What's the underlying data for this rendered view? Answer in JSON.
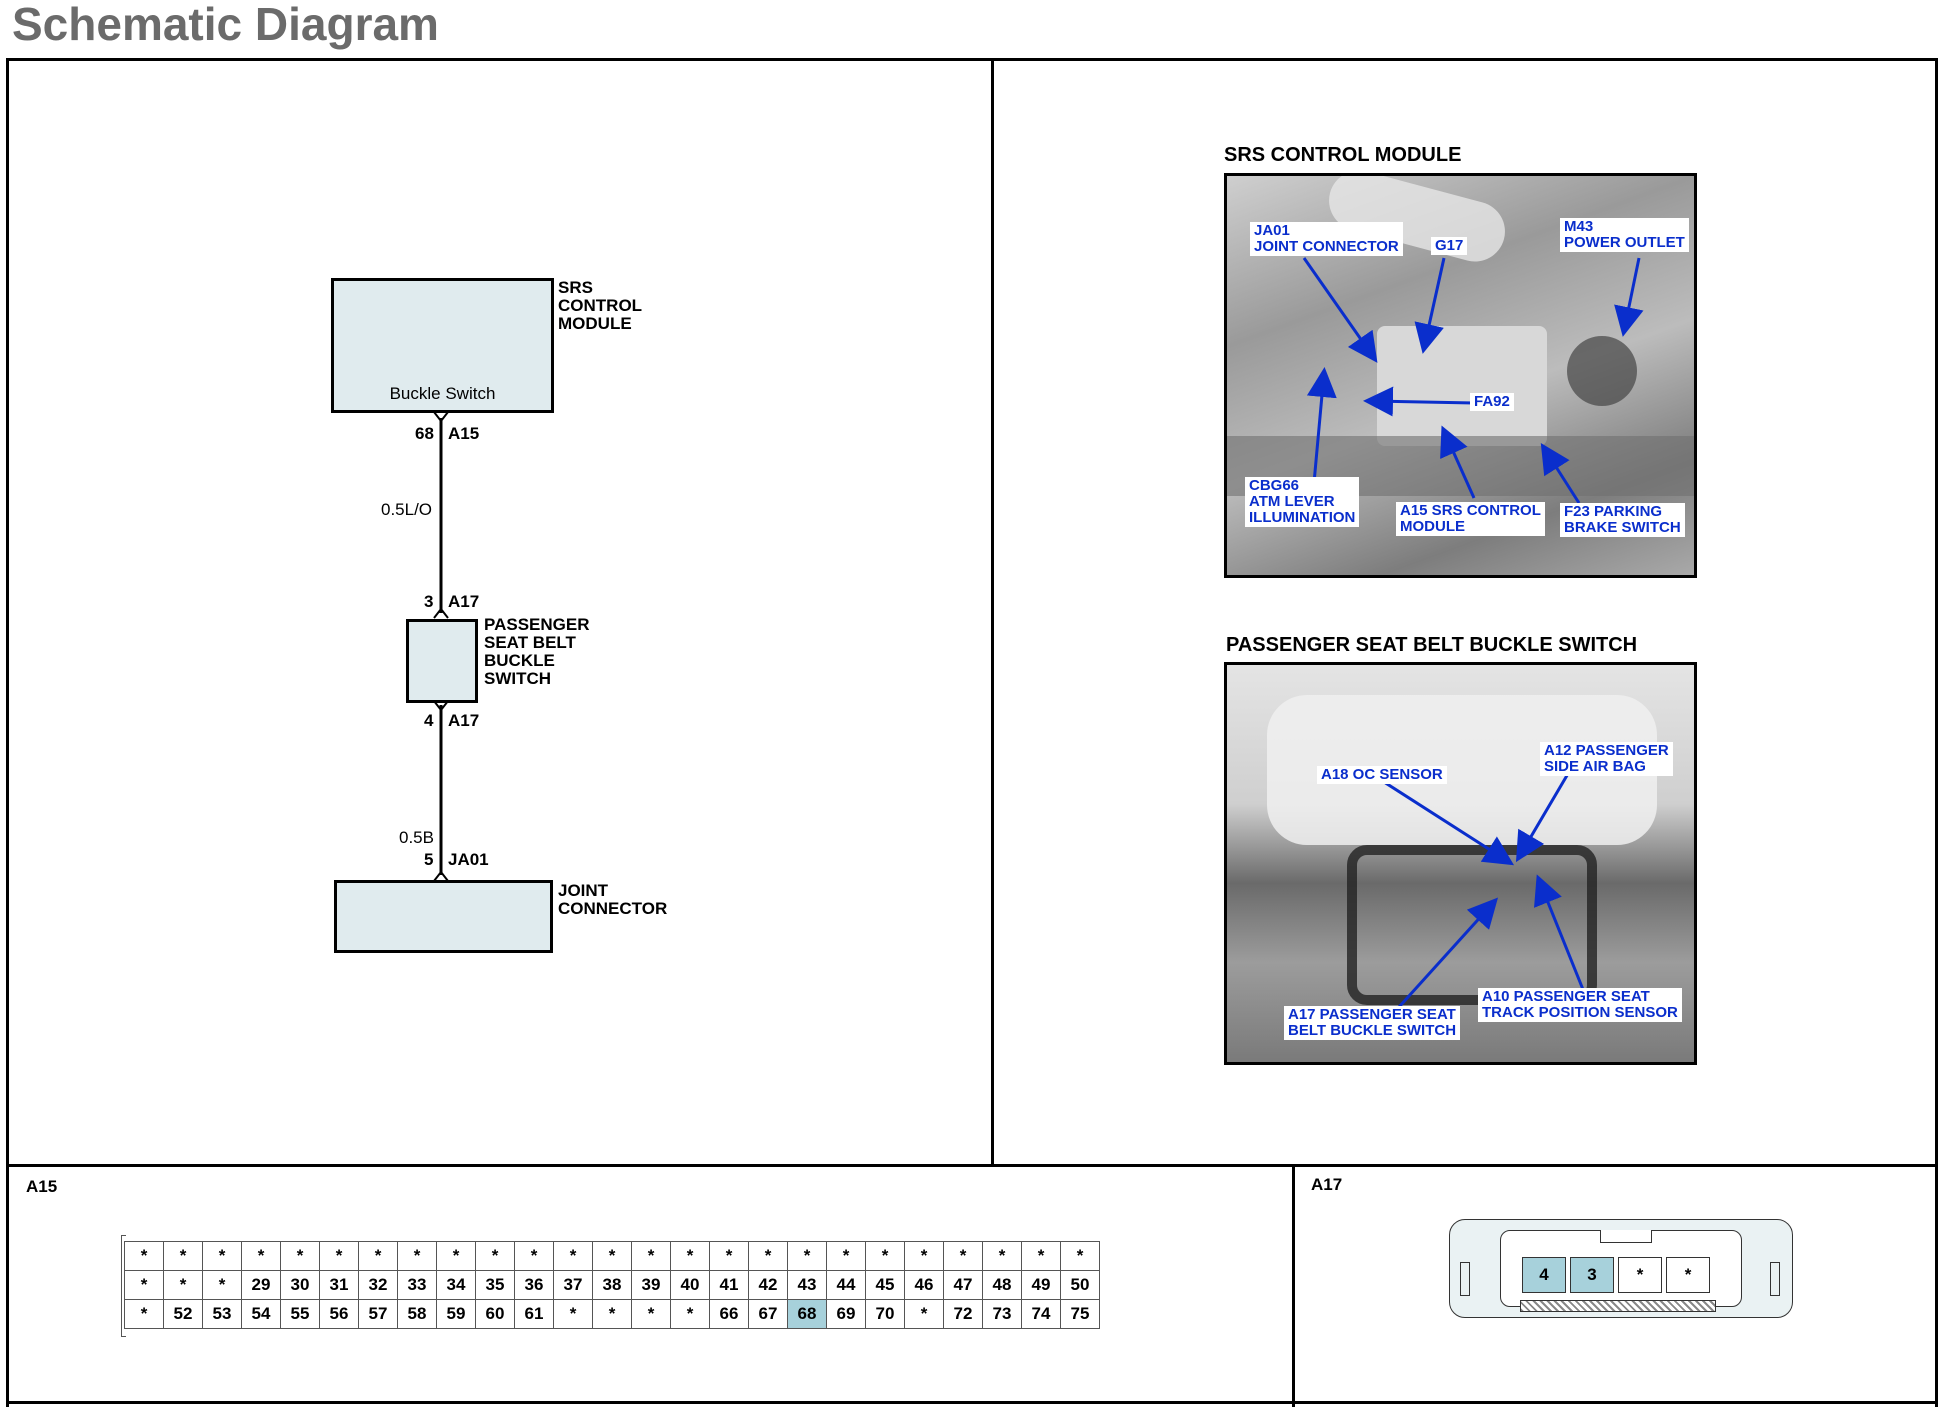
{
  "page_title": "Schematic Diagram",
  "schematic": {
    "srs_module": {
      "label": "SRS\nCONTROL\nMODULE",
      "inner_label": "Buckle Switch"
    },
    "a15_pin": {
      "pin": "68",
      "connector": "A15"
    },
    "wire_top": "0.5L/O",
    "a17_pin_top": {
      "pin": "3",
      "connector": "A17"
    },
    "buckle_switch": {
      "label": "PASSENGER\nSEAT BELT\nBUCKLE\nSWITCH"
    },
    "a17_pin_bottom": {
      "pin": "4",
      "connector": "A17"
    },
    "wire_bottom": "0.5B",
    "ja01_pin": {
      "pin": "5",
      "connector": "JA01"
    },
    "joint_connector": {
      "label": "JOINT\nCONNECTOR"
    }
  },
  "photo_srs": {
    "title": "SRS CONTROL MODULE",
    "callouts": {
      "ja01": "JA01\nJOINT CONNECTOR",
      "g17": "G17",
      "m43": "M43\nPOWER OUTLET",
      "fa92": "FA92",
      "cbg66": "CBG66\nATM LEVER\nILLUMINATION",
      "a15": "A15 SRS CONTROL\nMODULE",
      "f23": "F23 PARKING\nBRAKE SWITCH"
    }
  },
  "photo_buckle": {
    "title": "PASSENGER SEAT BELT BUCKLE SWITCH",
    "callouts": {
      "a18": "A18 OC SENSOR",
      "a12": "A12 PASSENGER\nSIDE AIR BAG",
      "a17": "A17 PASSENGER SEAT\nBELT BUCKLE SWITCH",
      "a10": "A10 PASSENGER SEAT\nTRACK POSITION SENSOR"
    }
  },
  "connector_a15": {
    "label": "A15",
    "highlight": "68",
    "rows": [
      [
        "*",
        "*",
        "*",
        "*",
        "*",
        "*",
        "*",
        "*",
        "*",
        "*",
        "*",
        "*",
        "*",
        "*",
        "*",
        "*",
        "*",
        "*",
        "*",
        "*",
        "*",
        "*",
        "*",
        "*",
        "*"
      ],
      [
        "*",
        "*",
        "*",
        "29",
        "30",
        "31",
        "32",
        "33",
        "34",
        "35",
        "36",
        "37",
        "38",
        "39",
        "40",
        "41",
        "42",
        "43",
        "44",
        "45",
        "46",
        "47",
        "48",
        "49",
        "50"
      ],
      [
        "*",
        "52",
        "53",
        "54",
        "55",
        "56",
        "57",
        "58",
        "59",
        "60",
        "61",
        "*",
        "*",
        "*",
        "*",
        "66",
        "67",
        "68",
        "69",
        "70",
        "*",
        "72",
        "73",
        "74",
        "75"
      ]
    ]
  },
  "connector_a17": {
    "label": "A17",
    "pins": [
      "4",
      "3",
      "*",
      "*"
    ],
    "highlight": [
      "4",
      "3"
    ]
  },
  "colors": {
    "component_fill": "#e0ebee",
    "pin_highlight": "#a7d1db",
    "callout_text": "#0a2ecc"
  }
}
